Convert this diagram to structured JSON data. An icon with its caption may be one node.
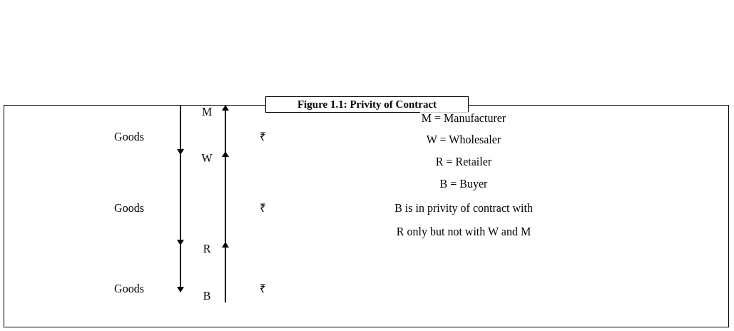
{
  "diagram": {
    "title": "Figure 1.1: Privity of Contract",
    "nodes": [
      {
        "text": [
          "M"
        ]
      },
      {
        "text": [
          "W"
        ]
      },
      {
        "text": [
          "R"
        ]
      },
      {
        "text": [
          "B"
        ]
      }
    ],
    "edges": [
      {
        "from": 0,
        "to": 1,
        "arrow": "to",
        "label": "Goods"
      },
      {
        "from": 1,
        "to": 0,
        "arrow": "to",
        "label": "₹"
      },
      {
        "from": 1,
        "to": 2,
        "arrow": "to",
        "label": "Goods"
      },
      {
        "from": 2,
        "to": 1,
        "arrow": "to",
        "label": "₹"
      },
      {
        "from": 2,
        "to": 3,
        "arrow": "to",
        "label": "Goods"
      },
      {
        "from": 3,
        "to": 2,
        "arrow": "to",
        "label": "₹"
      }
    ],
    "labels": [
      "M = Manufacturer",
      "W = Wholesaler",
      "R = Retailer",
      "B = Buyer",
      "B is in privity of contract with",
      "R only but not with W and M"
    ]
  }
}
